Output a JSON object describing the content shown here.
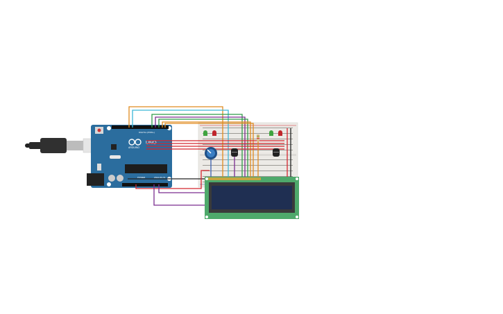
{
  "arduino": {
    "brand": "ARDUINO",
    "model": "UNO",
    "power_label": "POWER",
    "analog_label": "ANALOG IN",
    "digital_label": "DIGITAL (PWM~)"
  },
  "colors": {
    "arduino_board": "#2b6d9e",
    "breadboard": "#eceae6",
    "lcd_board": "#4ea96b",
    "lcd_screen": "#1f2f52",
    "wire_red": "#d4262e",
    "wire_orange": "#e08a1e",
    "wire_cyan": "#3cb7d8",
    "wire_green": "#2f9a48",
    "wire_purple": "#7a2c8f",
    "wire_black": "#222222",
    "led_green": "#3fa43f",
    "led_red": "#c0262c"
  },
  "icons": {
    "usb_cable": "usb-cable-icon",
    "potentiometer": "potentiometer-icon",
    "temperature_sensor": "temperature-sensor-icon"
  }
}
